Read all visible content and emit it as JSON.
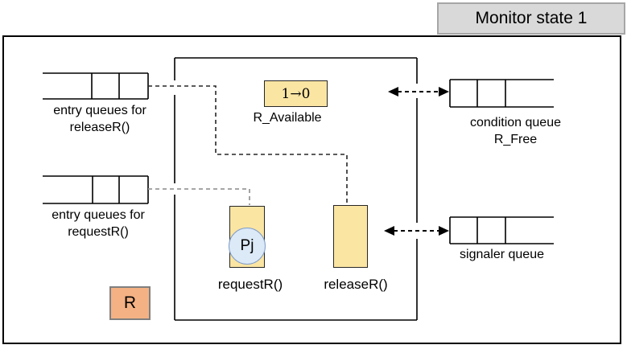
{
  "title": "Monitor state 1",
  "colors": {
    "text_color": "#000000",
    "line_color": "#000000",
    "dash_primary": "#262626",
    "dash_secondary": "#999999",
    "title_fill": "#d9d9d9",
    "title_border": "#a6a6a6",
    "box_yellow_fill": "#fbe5a3",
    "box_yellow_border": "#262626",
    "resource_fill": "#f4b183",
    "resource_border": "#7f7f7f",
    "process_fill": "#dce9f7",
    "process_border": "#7f9dc9"
  },
  "monitor": {
    "entry_queue_release": {
      "label_line1": "entry queues for",
      "label_line2": "releaseR()"
    },
    "entry_queue_request": {
      "label_line1": "entry queues for",
      "label_line2": "requestR()"
    },
    "r_available": {
      "value": "1→0",
      "label": "R_Available"
    },
    "condition_queue": {
      "label_line1": "condition queue",
      "label_line2": "R_Free"
    },
    "signaler_queue": {
      "label": "signaler queue"
    },
    "procedures": {
      "request": {
        "label": "requestR()",
        "process": "Pj"
      },
      "release": {
        "label": "releaseR()"
      }
    },
    "resource": {
      "label": "R"
    }
  }
}
